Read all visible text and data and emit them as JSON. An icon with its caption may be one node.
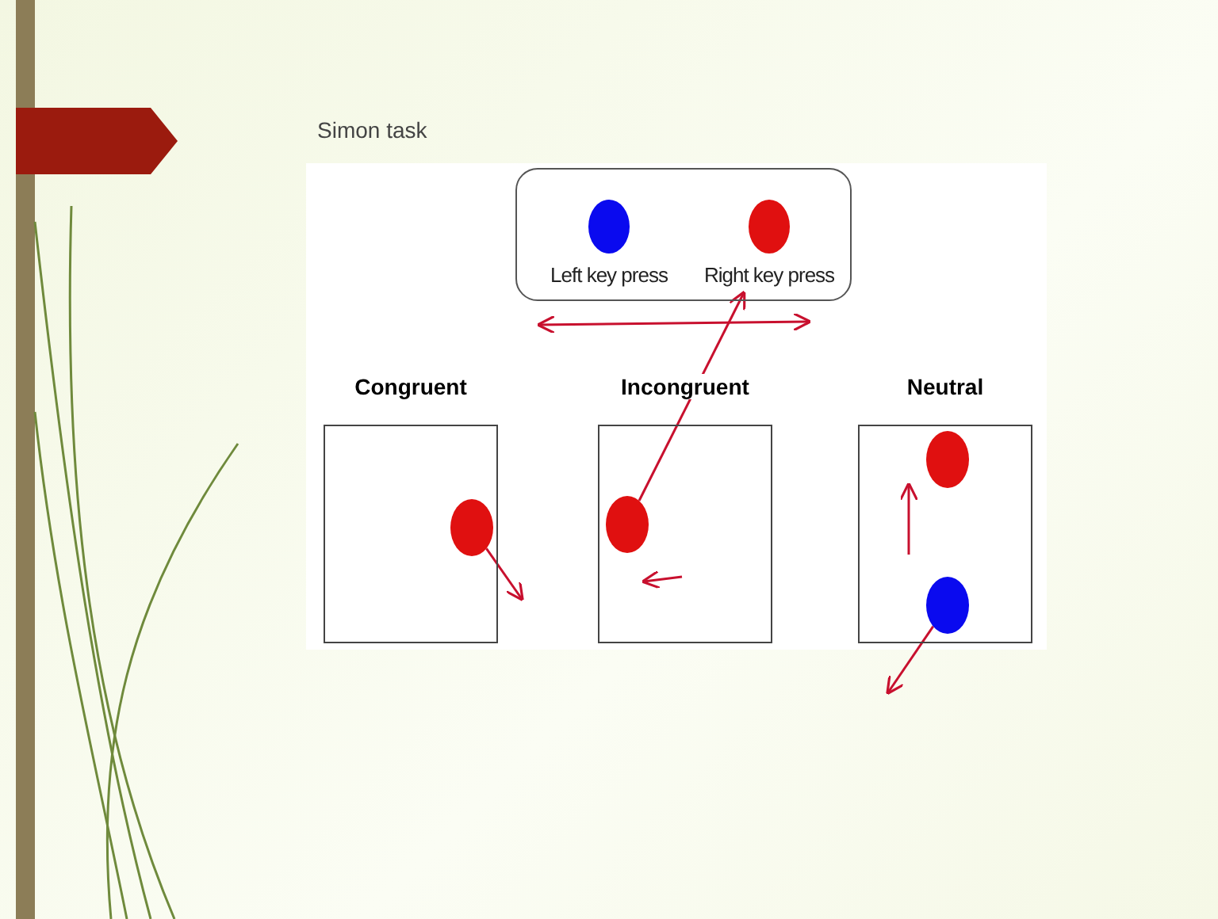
{
  "diagram": {
    "title": "Simon task",
    "nodes": [
      {
        "text": [],
        "shape": "box"
      },
      {
        "text": [],
        "shape": "circle",
        "in": 0,
        "beside": [
          "Left key press"
        ]
      },
      {
        "text": [],
        "shape": "circle",
        "in": 0,
        "beside": [
          "Right key press"
        ]
      },
      {
        "text": [
          "Congruent"
        ]
      },
      {
        "text": [],
        "shape": "circle",
        "in": 3
      },
      {
        "text": [
          "Incongruent"
        ]
      },
      {
        "text": [],
        "shape": "circle",
        "in": 5
      },
      {
        "text": [
          "Neutral"
        ]
      },
      {
        "text": [],
        "shape": "circle",
        "in": 7
      },
      {
        "text": [],
        "shape": "circle",
        "in": 7
      }
    ],
    "edges": [
      {
        "from": 6,
        "to": 2,
        "arrow": "to"
      },
      {
        "from": 4,
        "to": null,
        "arrow": "to"
      },
      {
        "from": 9,
        "to": null,
        "arrow": "to"
      }
    ]
  }
}
